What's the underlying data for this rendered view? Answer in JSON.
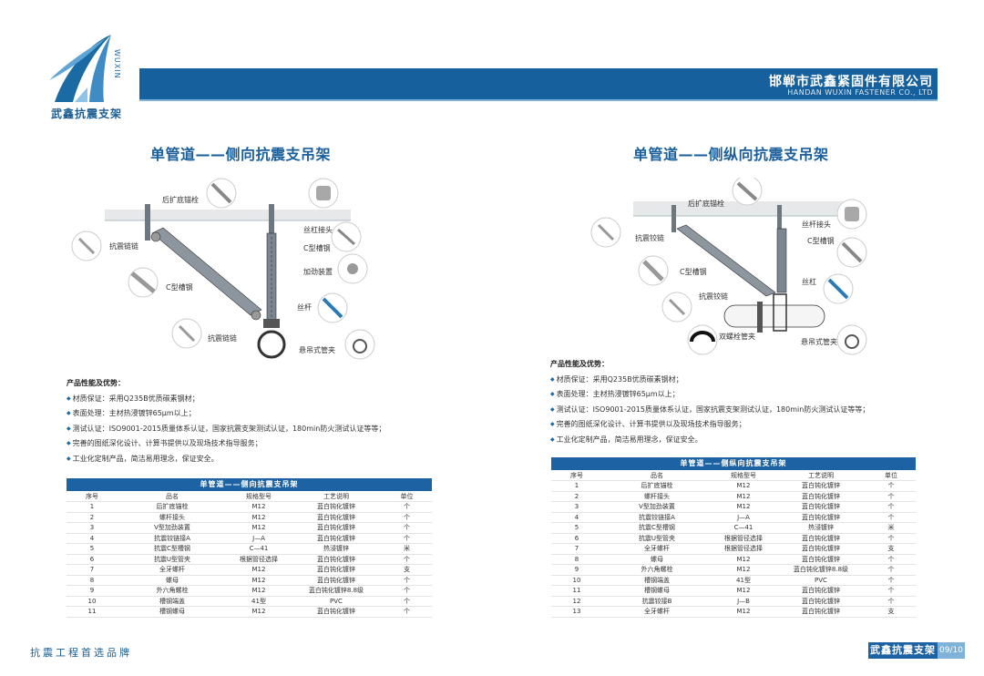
{
  "header": {
    "logo_text": "武鑫抗震支架",
    "logo_side": "WUXIN",
    "company_cn": "邯郸市武鑫紧固件有限公司",
    "company_en": "HANDAN WUXIN FASTENER CO., LTD"
  },
  "left": {
    "title": "单管道——侧向抗震支吊架",
    "callouts": [
      "后扩底锚栓",
      "抗震链链",
      "C型槽钢",
      "抗震链链",
      "丝杠接头",
      "C型槽钢",
      "加劲装置",
      "丝杆",
      "悬吊式管夹"
    ],
    "features": {
      "heading": "产品性能及优势：",
      "items": [
        "材质保证：采用Q235B优质碳素钢材；",
        "表面处理：主材热浸镀锌65μm以上；",
        "测试认证：ISO9001-2015质量体系认证，国家抗震支架测试认证，180min防火测试认证等等；",
        "完善的图纸深化设计、计算书提供以及现场技术指导服务；",
        "工业化定制产品，简洁易用理念，保证安全。"
      ]
    },
    "table": {
      "caption": "单管道——侧向抗震支吊架",
      "headers": [
        "序号",
        "品名",
        "规格型号",
        "工艺说明",
        "单位"
      ],
      "rows": [
        [
          "1",
          "后扩底锚栓",
          "M12",
          "蓝白钝化镀锌",
          "个"
        ],
        [
          "2",
          "螺杆接头",
          "M12",
          "蓝白钝化镀锌",
          "个"
        ],
        [
          "3",
          "V型加劲装置",
          "M12",
          "蓝白钝化镀锌",
          "个"
        ],
        [
          "4",
          "抗震铰链接A",
          "J—A",
          "蓝白钝化镀锌",
          "个"
        ],
        [
          "5",
          "抗震C型槽钢",
          "C—41",
          "热浸镀锌",
          "米"
        ],
        [
          "6",
          "抗震U型管夹",
          "根据管径选择",
          "蓝白钝化镀锌",
          "个"
        ],
        [
          "7",
          "全牙螺杆",
          "M12",
          "蓝白钝化镀锌",
          "支"
        ],
        [
          "8",
          "螺母",
          "M12",
          "蓝白钝化镀锌",
          "个"
        ],
        [
          "9",
          "外六角螺栓",
          "M12",
          "蓝白钝化镀锌8.8级",
          "个"
        ],
        [
          "10",
          "槽钢端盖",
          "41型",
          "PVC",
          "个"
        ],
        [
          "11",
          "槽钢螺母",
          "M12",
          "蓝白钝化镀锌",
          "个"
        ]
      ]
    }
  },
  "right": {
    "title": "单管道——侧纵向抗震支吊架",
    "callouts": [
      "后扩底锚栓",
      "抗震铰链",
      "C型槽钢",
      "抗震铰链",
      "丝杆接头",
      "C型槽钢",
      "丝杠",
      "双螺栓管夹",
      "悬吊式管夹"
    ],
    "features": {
      "heading": "产品性能及优势：",
      "items": [
        "材质保证：采用Q235B优质碳素钢材；",
        "表面处理：主材热浸镀锌65μm以上；",
        "测试认证：ISO9001-2015质量体系认证，国家抗震支架测试认证，180min防火测试认证等等；",
        "完善的图纸深化设计、计算书提供以及现场技术指导服务；",
        "工业化定制产品，简洁易用理念，保证安全。"
      ]
    },
    "table": {
      "caption": "单管道——侧纵向抗震支吊架",
      "headers": [
        "序号",
        "品名",
        "规格型号",
        "工艺说明",
        "单位"
      ],
      "rows": [
        [
          "1",
          "后扩底锚栓",
          "M12",
          "蓝白钝化镀锌",
          "个"
        ],
        [
          "2",
          "螺杆接头",
          "M12",
          "蓝白钝化镀锌",
          "个"
        ],
        [
          "3",
          "V型加劲装置",
          "M12",
          "蓝白钝化镀锌",
          "个"
        ],
        [
          "4",
          "抗震铰链接A",
          "J—A",
          "蓝白钝化镀锌",
          "个"
        ],
        [
          "5",
          "抗震C型槽钢",
          "C—41",
          "热浸镀锌",
          "米"
        ],
        [
          "6",
          "抗震U型管夹",
          "根据管径选择",
          "蓝白钝化镀锌",
          "个"
        ],
        [
          "7",
          "全牙螺杆",
          "根据管径选择",
          "蓝白钝化镀锌",
          "支"
        ],
        [
          "8",
          "螺母",
          "M12",
          "蓝白钝化镀锌",
          "个"
        ],
        [
          "9",
          "外六角螺栓",
          "M12",
          "蓝白钝化镀锌8.8级",
          "个"
        ],
        [
          "10",
          "槽钢端盖",
          "41型",
          "PVC",
          "个"
        ],
        [
          "11",
          "槽钢螺母",
          "M12",
          "蓝白钝化镀锌",
          "个"
        ],
        [
          "12",
          "抗震铰接B",
          "J—B",
          "蓝白钝化镀锌",
          "个"
        ],
        [
          "13",
          "全牙螺杆",
          "M12",
          "蓝白钝化镀锌",
          "支"
        ]
      ]
    }
  },
  "footer": {
    "slogan": "抗震工程首选品牌",
    "brand": "武鑫抗震支架",
    "page": "09/10"
  },
  "colors": {
    "brand_blue": "#16609d",
    "light_blue": "#7fb2d8"
  }
}
